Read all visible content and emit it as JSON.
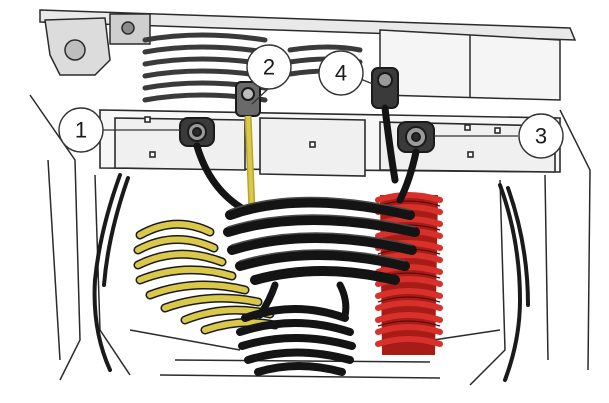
{
  "callouts": [
    {
      "id": "1",
      "label": "1"
    },
    {
      "id": "2",
      "label": "2"
    },
    {
      "id": "3",
      "label": "3"
    },
    {
      "id": "4",
      "label": "4"
    }
  ],
  "colors": {
    "background": "#ffffff",
    "linework": "#2b2b2b",
    "metal_fill": "#eeeeee",
    "yellow_coil": "#d9c84a",
    "black_coil": "#141414",
    "red_coil": "#c8241f",
    "callout_fill": "#ffffff",
    "callout_stroke": "#333333"
  },
  "icons": [
    "coupling-head-icon"
  ]
}
